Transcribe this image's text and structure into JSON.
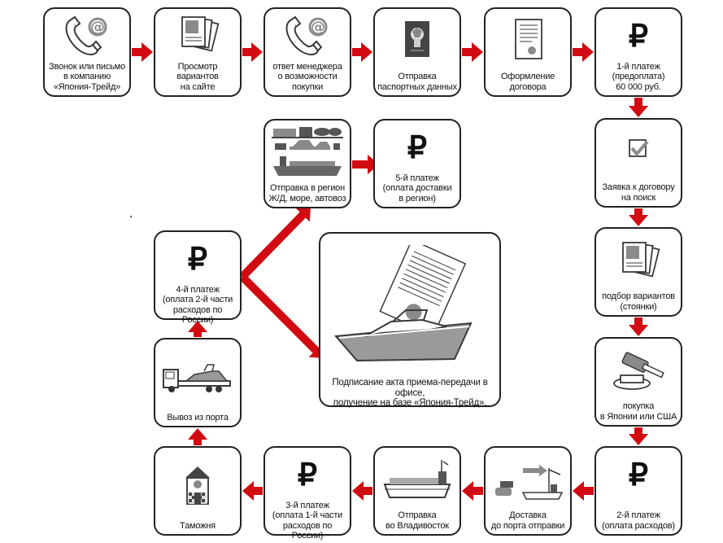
{
  "colors": {
    "arrow": "#d20a11",
    "border": "#222222",
    "icon_gray": "#8a8a8a"
  },
  "steps": [
    {
      "id": "call",
      "icon": "phone-at-icon",
      "lines": [
        "Звонок или письмо",
        "в компанию",
        "«Япония-Трейд»"
      ]
    },
    {
      "id": "browse",
      "icon": "photo-cards-icon",
      "lines": [
        "Просмотр",
        "вариантов",
        "на сайте"
      ]
    },
    {
      "id": "manager-reply",
      "icon": "phone-at-icon",
      "lines": [
        "ответ менеджера",
        "о возможности",
        "покупки"
      ]
    },
    {
      "id": "passport",
      "icon": "passport-icon",
      "lines": [
        "Отправка",
        "паспортных данных"
      ]
    },
    {
      "id": "contract",
      "icon": "contract-icon",
      "lines": [
        "Оформление",
        "договора"
      ]
    },
    {
      "id": "payment-1",
      "icon": "ruble-icon",
      "rub": "₽",
      "lines": [
        "1-й платеж",
        "(предоплата)",
        "60 000 руб."
      ]
    },
    {
      "id": "search-request",
      "icon": "checkbox-icon",
      "lines": [
        "Заявка к договору",
        "на поиск"
      ]
    },
    {
      "id": "options",
      "icon": "photo-cards-icon",
      "lines": [
        "подбор вариантов",
        "(стоянки)"
      ]
    },
    {
      "id": "purchase",
      "icon": "gavel-icon",
      "lines": [
        "покупка",
        "в Японии или США"
      ]
    },
    {
      "id": "payment-2",
      "icon": "ruble-icon",
      "rub": "₽",
      "lines": [
        "2-й платеж",
        "(оплата расходов)"
      ]
    },
    {
      "id": "delivery-port",
      "icon": "port-delivery-icon",
      "lines": [
        "Доставка",
        "до порта отправки"
      ]
    },
    {
      "id": "ship-vladivostok",
      "icon": "ship-icon",
      "lines": [
        "Отправка",
        "во Владивосток"
      ]
    },
    {
      "id": "payment-3",
      "icon": "ruble-icon",
      "rub": "₽",
      "lines": [
        "3-й платеж",
        "(оплата 1-й части",
        "расходов по России)"
      ]
    },
    {
      "id": "customs",
      "icon": "customs-icon",
      "lines": [
        "Таможня"
      ]
    },
    {
      "id": "port-export",
      "icon": "truck-icon",
      "lines": [
        "Вывоз из порта"
      ]
    },
    {
      "id": "payment-4",
      "icon": "ruble-icon",
      "rub": "₽",
      "lines": [
        "4-й платеж",
        "(оплата 2-й части",
        "расходов по России)"
      ]
    },
    {
      "id": "region-shipping",
      "icon": "transport-icon",
      "lines": [
        "Отправка в регион",
        "Ж/Д, море, автовоз"
      ]
    },
    {
      "id": "payment-5",
      "icon": "ruble-icon",
      "rub": "₽",
      "lines": [
        "5-й платеж",
        "(оплата доставки",
        "в регион)"
      ]
    },
    {
      "id": "handover",
      "icon": "boat-document-icon",
      "lines": [
        "Подписание акта приема-передачи в офисе,",
        "получение на базе «Япония-Трейд»,"
      ]
    }
  ]
}
